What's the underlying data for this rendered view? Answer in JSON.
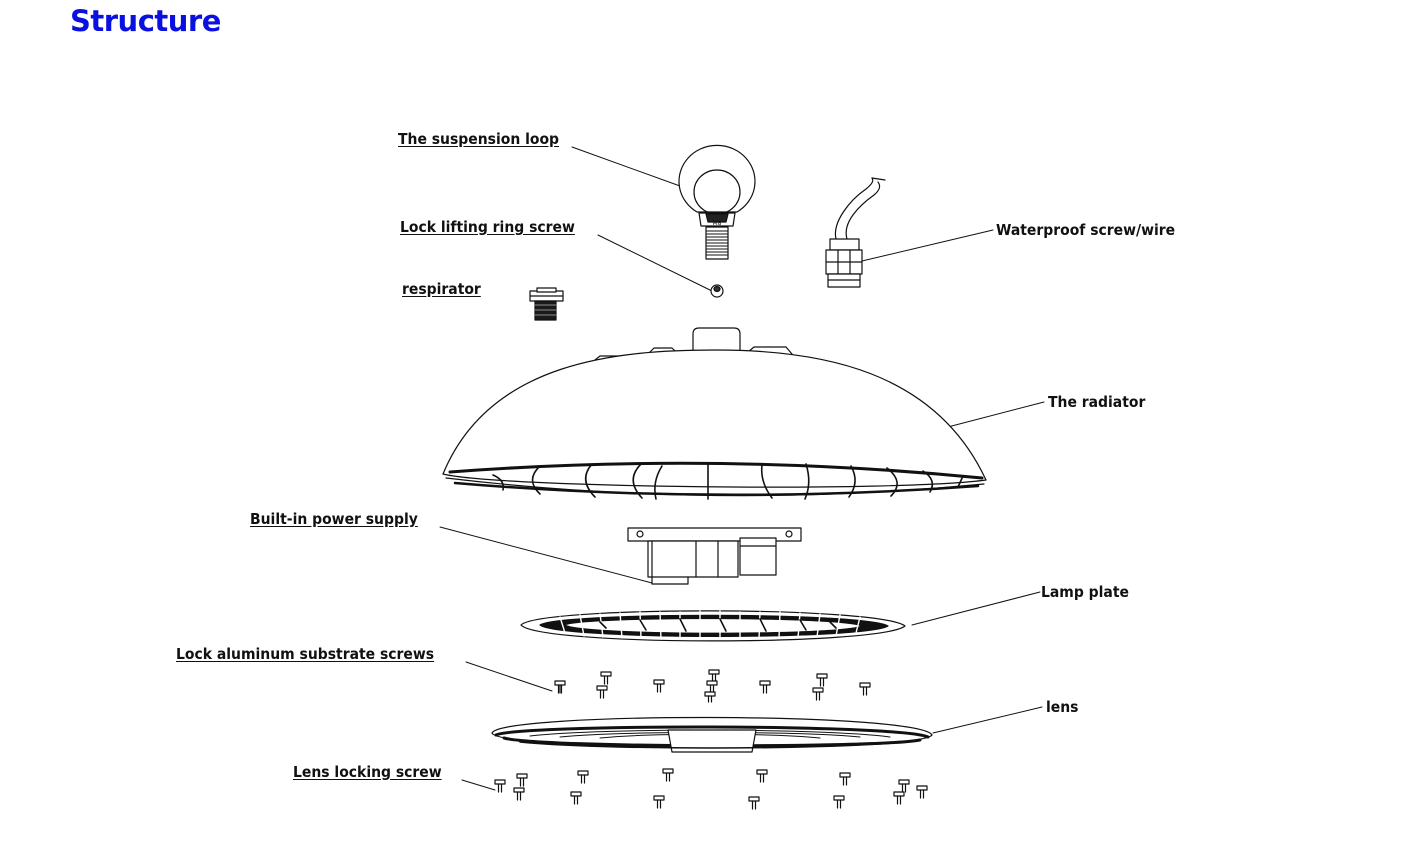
{
  "title": "Structure",
  "labels": {
    "suspension_loop": "The suspension loop",
    "lock_ring_screw": "Lock lifting ring screw",
    "respirator": "respirator",
    "waterproof": "Waterproof screw/wire",
    "radiator": "The radiator",
    "power_supply": "Built-in power supply",
    "lamp_plate": "Lamp plate",
    "substrate_screws": "Lock aluminum substrate screws",
    "lens": "lens",
    "lens_screw": "Lens locking screw"
  },
  "colors": {
    "title": "#0a10e0",
    "line": "#111111"
  }
}
